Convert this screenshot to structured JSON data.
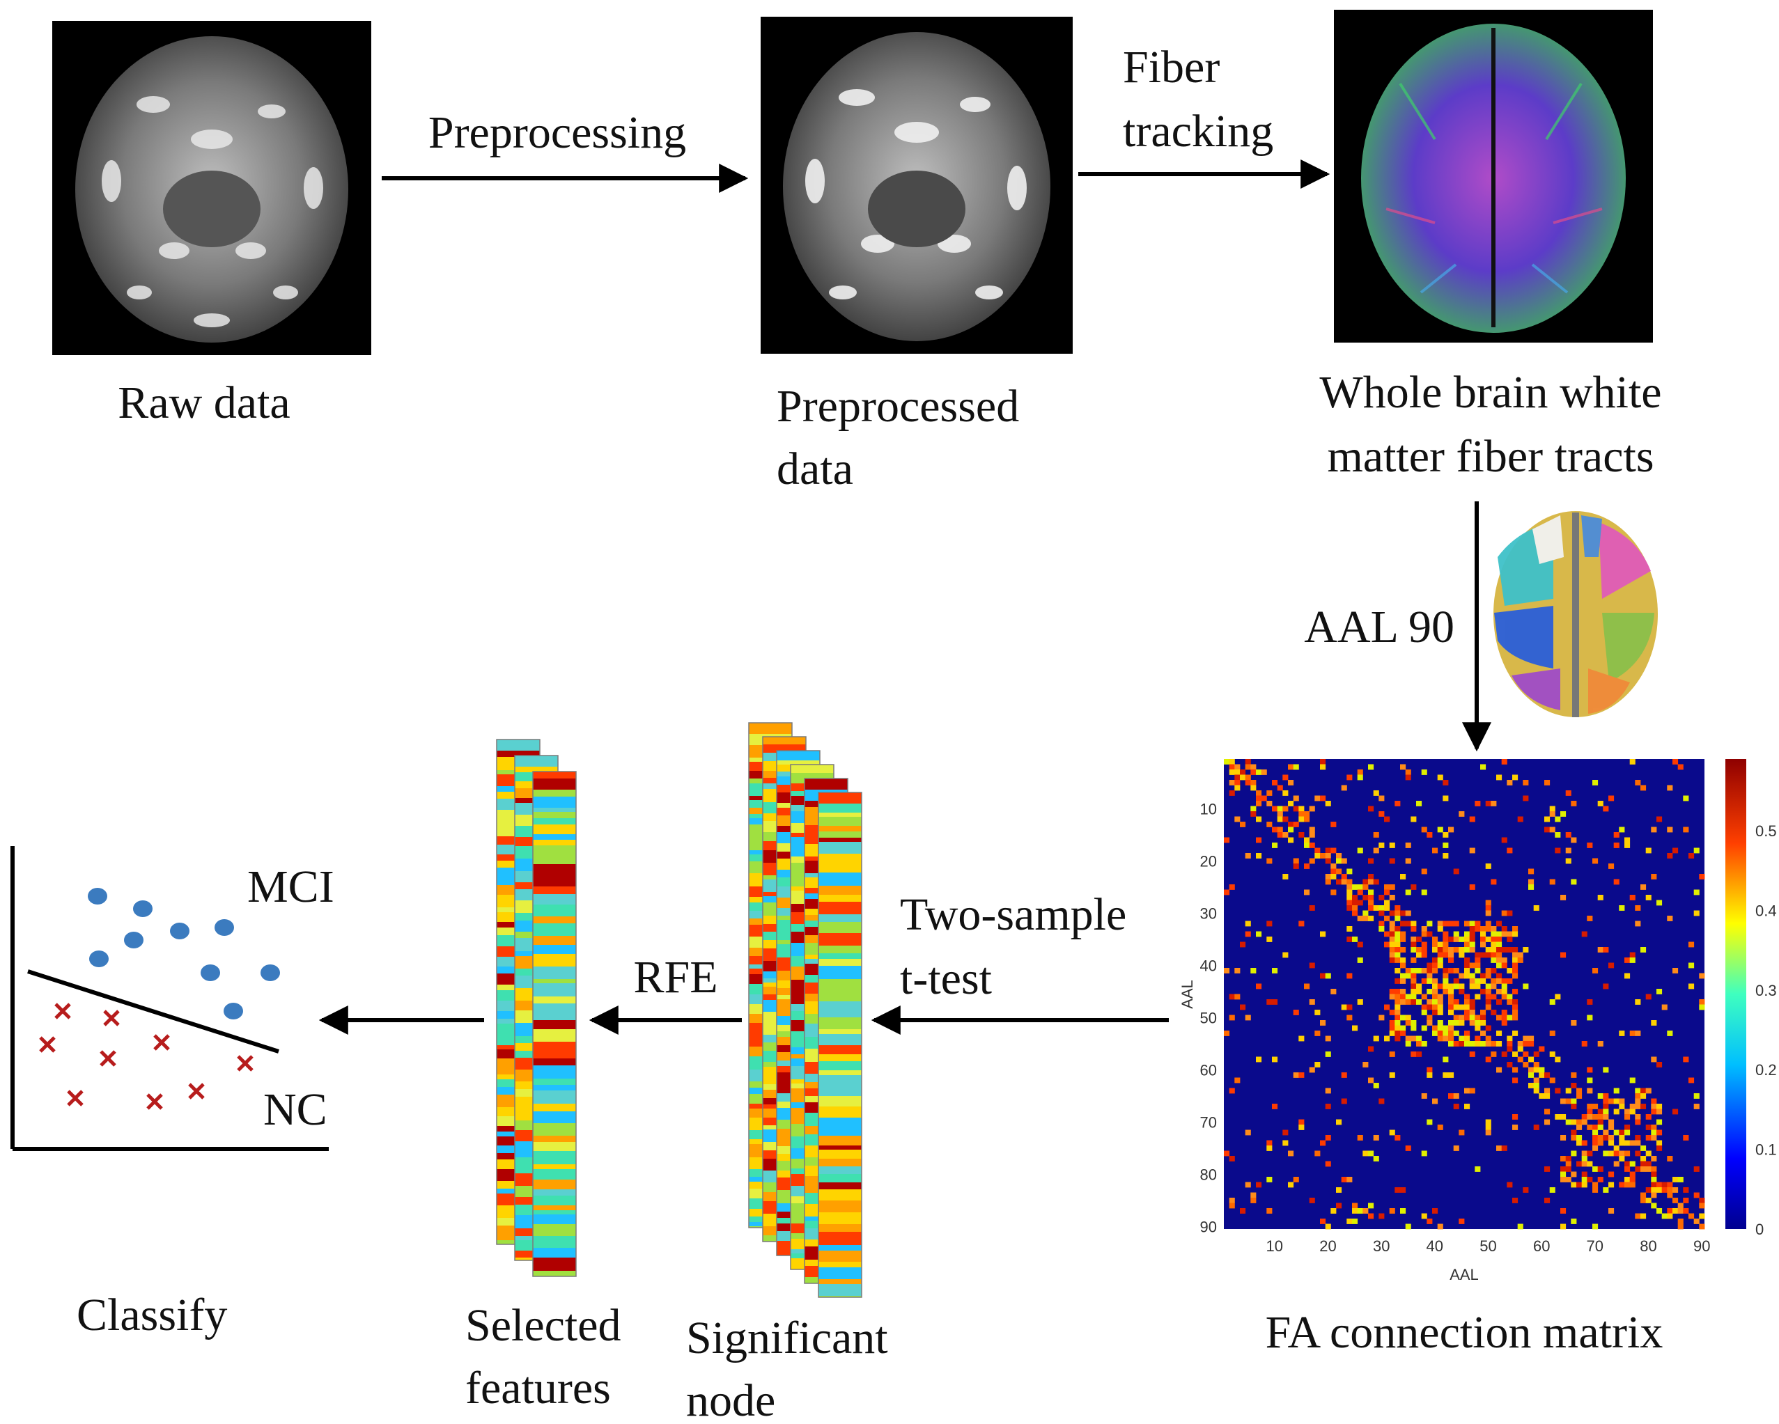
{
  "steps": {
    "raw": "Raw data",
    "preprocessing": "Preprocessing",
    "preprocessed_line1": "Preprocessed",
    "preprocessed_line2": "data",
    "fiber_line1": "Fiber",
    "fiber_line2": "tracking",
    "tracts_line1": "Whole brain white",
    "tracts_line2": "matter fiber tracts",
    "atlas": "AAL 90",
    "matrix": "FA connection matrix",
    "ttest_line1": "Two-sample",
    "ttest_line2": "t-test",
    "sig_line1": "Significant",
    "sig_line2": "node",
    "rfe": "RFE",
    "sel_line1": "Selected",
    "sel_line2": "features",
    "classify": "Classify"
  },
  "classes": {
    "upper": "MCI",
    "lower": "NC"
  },
  "matrix_axes": {
    "xlabel": "AAL",
    "ylabel": "AAL",
    "ticks": [
      10,
      20,
      30,
      40,
      50,
      60,
      70,
      80,
      90
    ],
    "colorbar_ticks": [
      0,
      0.1,
      0.2,
      0.3,
      0.4,
      0.5
    ]
  },
  "colors": {
    "arrow": "#000000",
    "mci_marker": "#3b7bbf",
    "nc_marker": "#b71c1c",
    "matrix_bg": "#0a0a8c"
  }
}
